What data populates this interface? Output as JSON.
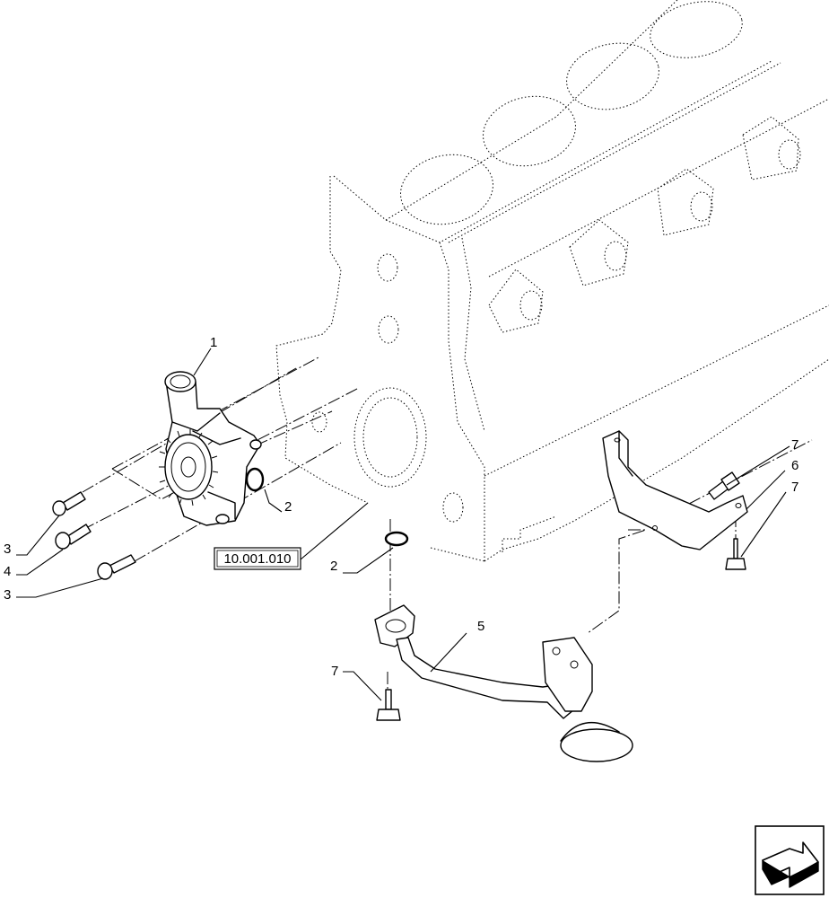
{
  "callouts": {
    "c1": "1",
    "c2a": "2",
    "c2b": "2",
    "c3a": "3",
    "c3b": "3",
    "c4": "4",
    "c5": "5",
    "c6": "6",
    "c7a": "7",
    "c7b": "7",
    "c7c": "7"
  },
  "reference_box": {
    "label": "10.001.010"
  },
  "nav_icon": "next-page-arrow-icon"
}
